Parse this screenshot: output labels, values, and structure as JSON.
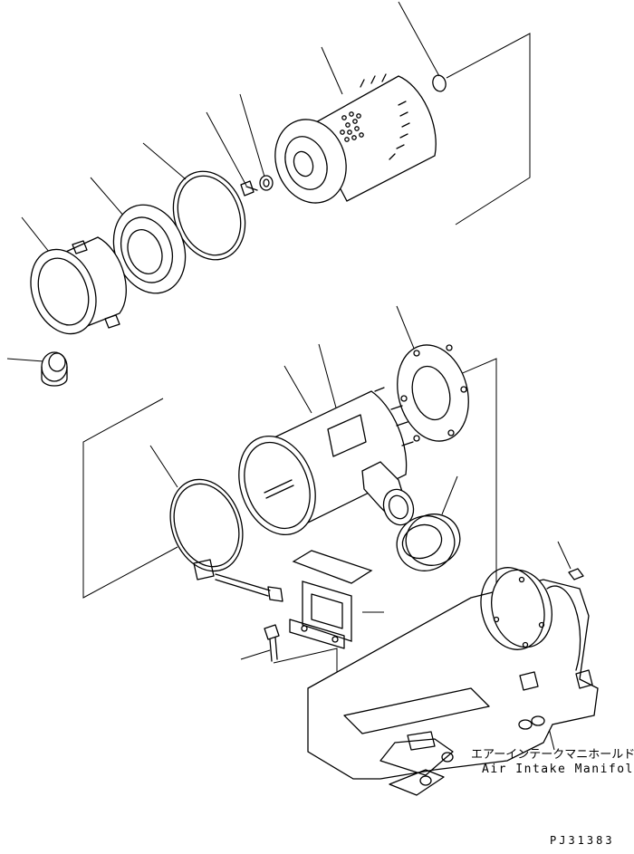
{
  "callout": {
    "jp": "エアーインテークマニホールド",
    "en": "Air Intake Manifold"
  },
  "drawing_number": "PJ31383"
}
